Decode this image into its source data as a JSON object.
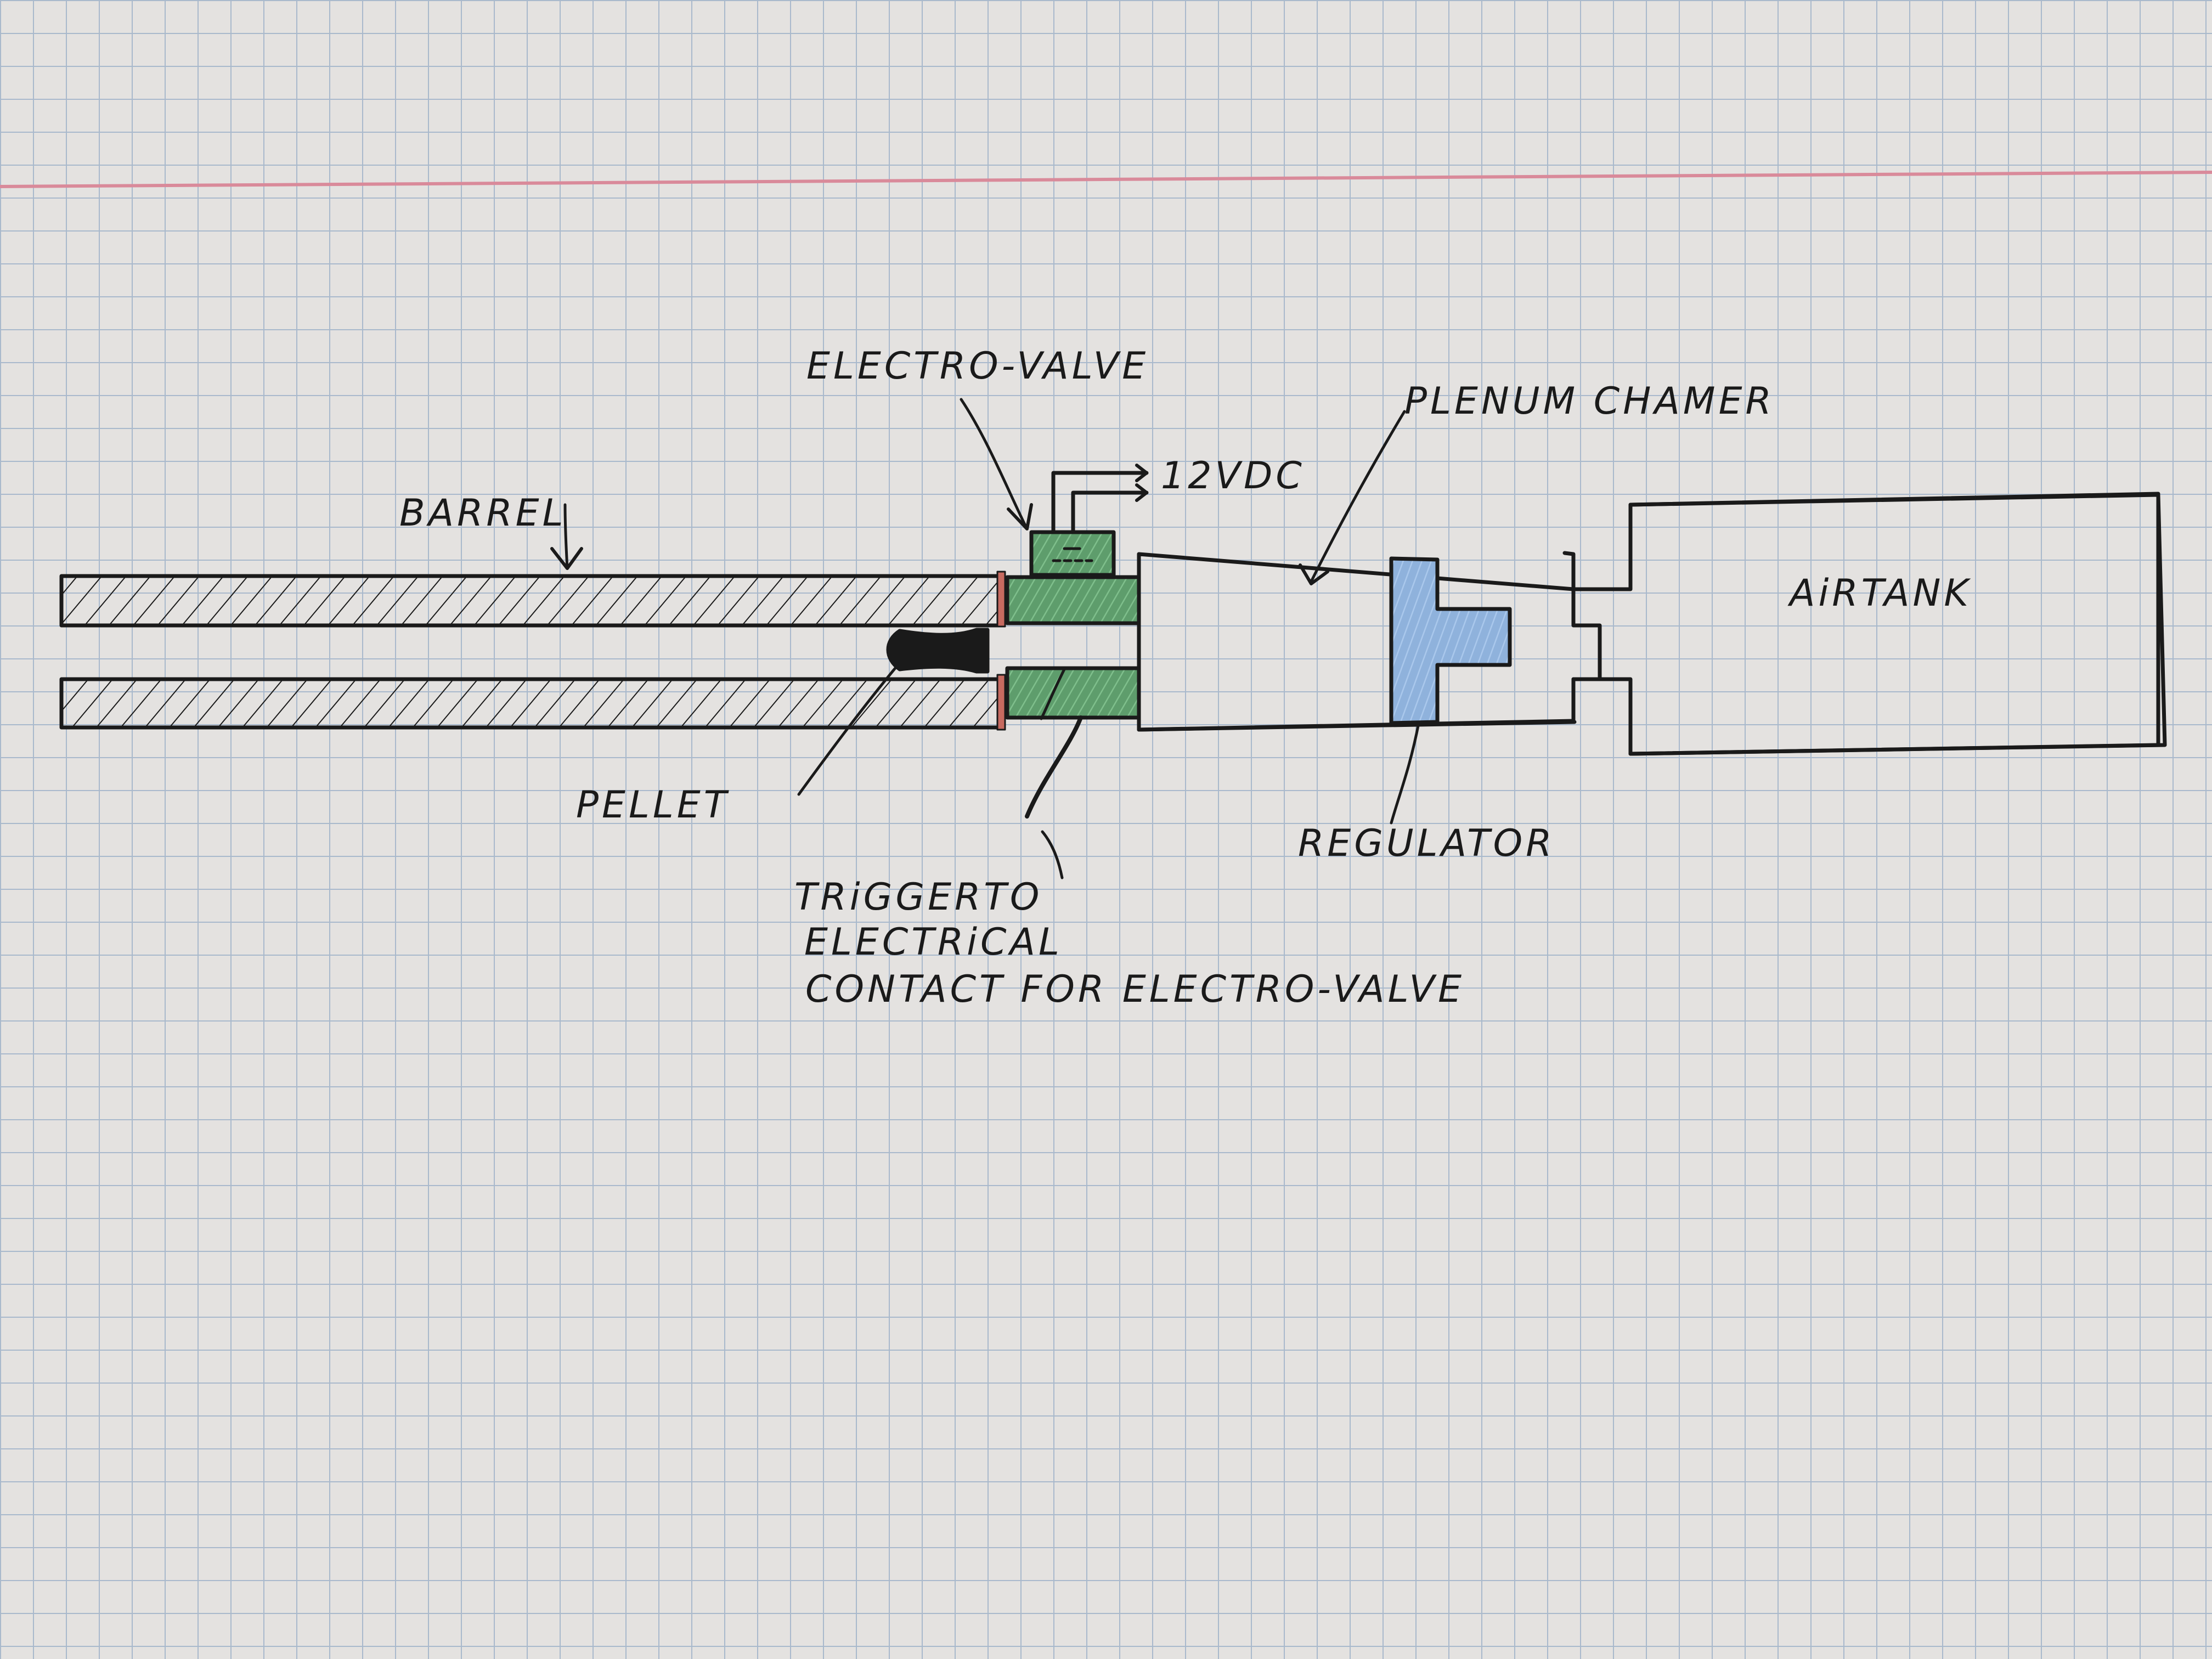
{
  "labels": {
    "electro_valve": "ELECTRO-VALVE",
    "plenum": "PLENUM CHAMER",
    "voltage": "12VDC",
    "barrel": "BARREL",
    "airtank": "AiRTANK",
    "pellet": "PELLET",
    "regulator": "REGULATOR",
    "trigger_1": "TRiGGERTO",
    "trigger_2": "ELECTRiCAL",
    "trigger_3": "CONTACT FOR ELECTRO-VALVE"
  },
  "colors": {
    "paper": "#e4e2e0",
    "grid": "#a9b9cc",
    "margin_line": "#d98a9a",
    "ink": "#1a1a1a",
    "valve_green": "#5e9d6c",
    "regulator_blue": "#8fb2dc",
    "seal_red": "#c76a60"
  }
}
